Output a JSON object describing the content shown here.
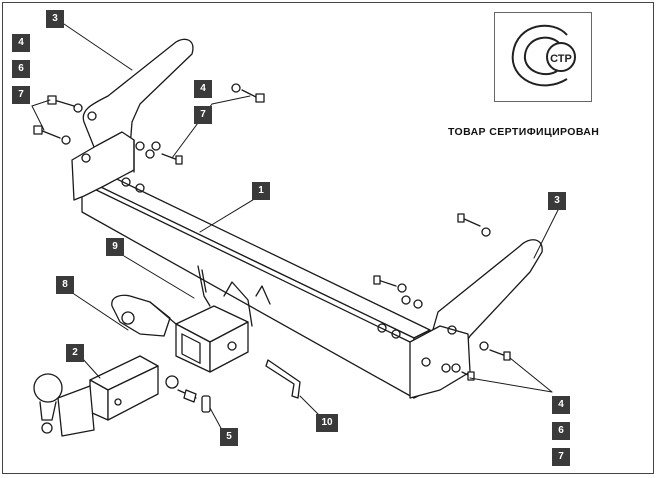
{
  "certification": {
    "text": "ТОВАР СЕРТИФИЦИРОВАН",
    "logo_letters": "СТР"
  },
  "callouts": {
    "c3_left": "3",
    "c4_left_top": "4",
    "c6_left": "6",
    "c7_left": "7",
    "c4_mid": "4",
    "c7_mid": "7",
    "c1": "1",
    "c9": "9",
    "c8": "8",
    "c2": "2",
    "c5": "5",
    "c10": "10",
    "c3_right": "3",
    "c4_right": "4",
    "c6_right": "6",
    "c7_right": "7"
  },
  "colors": {
    "label_bg": "#3a3a3a",
    "line": "#1a1a1a"
  }
}
